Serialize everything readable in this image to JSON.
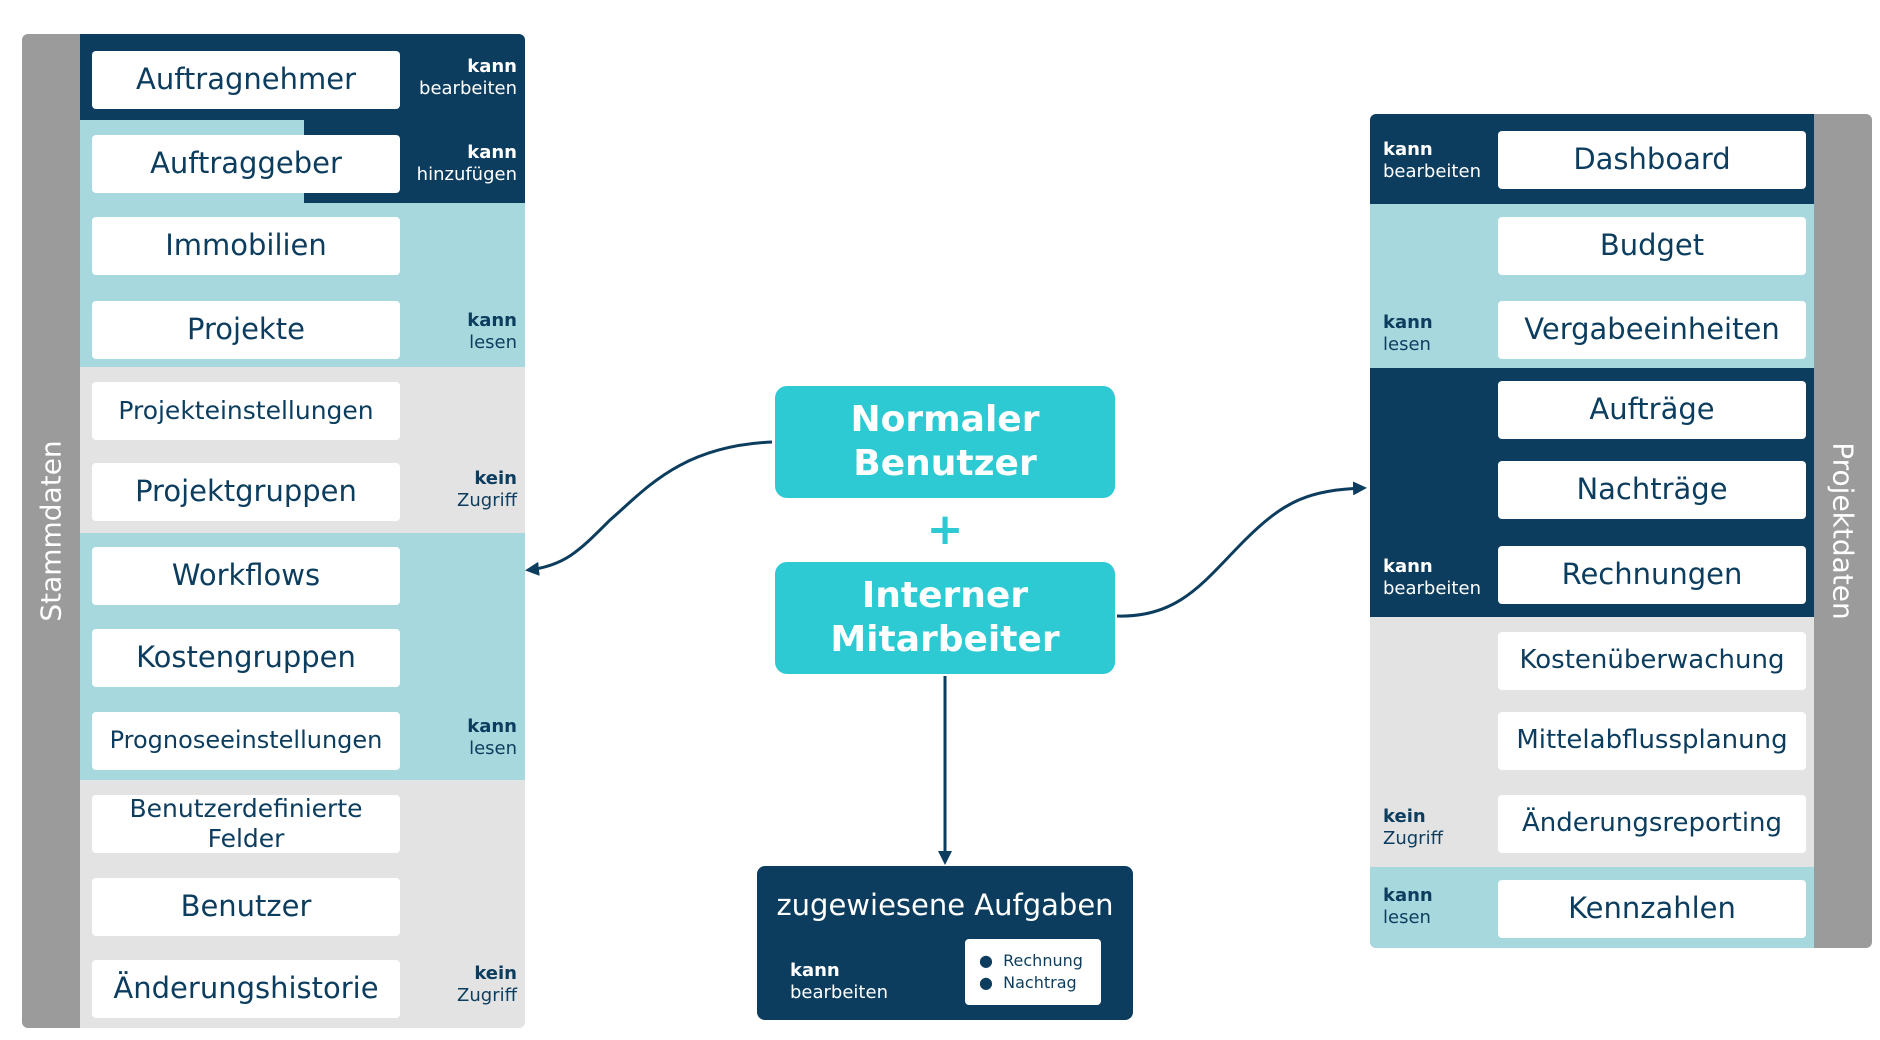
{
  "left_panel": {
    "sidebar_label": "Stammdaten",
    "items": [
      {
        "label": "Auftragnehmer"
      },
      {
        "label": "Auftraggeber"
      },
      {
        "label": "Immobilien"
      },
      {
        "label": "Projekte"
      },
      {
        "label": "Projekteinstellungen"
      },
      {
        "label": "Projektgruppen"
      },
      {
        "label": "Workflows"
      },
      {
        "label": "Kostengruppen"
      },
      {
        "label": "Prognoseeinstellungen"
      },
      {
        "label_line1": "Benutzerdefinierte",
        "label_line2": "Felder"
      },
      {
        "label": "Benutzer"
      },
      {
        "label": "Änderungshistorie"
      }
    ],
    "permissions": [
      {
        "bold": "kann",
        "text": "bearbeiten"
      },
      {
        "bold": "kann",
        "text": "hinzufügen"
      },
      {
        "bold": "kann",
        "text": "lesen"
      },
      {
        "bold": "kein",
        "text": "Zugriff"
      },
      {
        "bold": "kann",
        "text": "lesen"
      },
      {
        "bold": "kein",
        "text": "Zugriff"
      }
    ]
  },
  "right_panel": {
    "sidebar_label": "Projektdaten",
    "items": [
      {
        "label": "Dashboard"
      },
      {
        "label": "Budget"
      },
      {
        "label": "Vergabeeinheiten"
      },
      {
        "label": "Aufträge"
      },
      {
        "label": "Nachträge"
      },
      {
        "label": "Rechnungen"
      },
      {
        "label": "Kostenüberwachung"
      },
      {
        "label": "Mittelabflussplanung"
      },
      {
        "label": "Änderungsreporting"
      },
      {
        "label": "Kennzahlen"
      }
    ],
    "permissions": [
      {
        "bold": "kann",
        "text": "bearbeiten"
      },
      {
        "bold": "kann",
        "text": "lesen"
      },
      {
        "bold": "kann",
        "text": "bearbeiten"
      },
      {
        "bold": "kein",
        "text": "Zugriff"
      },
      {
        "bold": "kann",
        "text": "lesen"
      }
    ]
  },
  "center": {
    "role_line1": "Normaler",
    "role_line2": "Benutzer",
    "plus": "+",
    "type_line1": "Interner",
    "type_line2": "Mitarbeiter"
  },
  "tasks": {
    "title": "zugewiesene Aufgaben",
    "perm_bold": "kann",
    "perm_text": "bearbeiten",
    "items": [
      "Rechnung",
      "Nachtrag"
    ]
  },
  "colors": {
    "dark_navy": "#0c3d5e",
    "light_teal": "#a6d8de",
    "light_gray": "#e3e3e3",
    "sidebar_gray": "#9b9b9b",
    "accent_teal": "#2ecad3"
  }
}
